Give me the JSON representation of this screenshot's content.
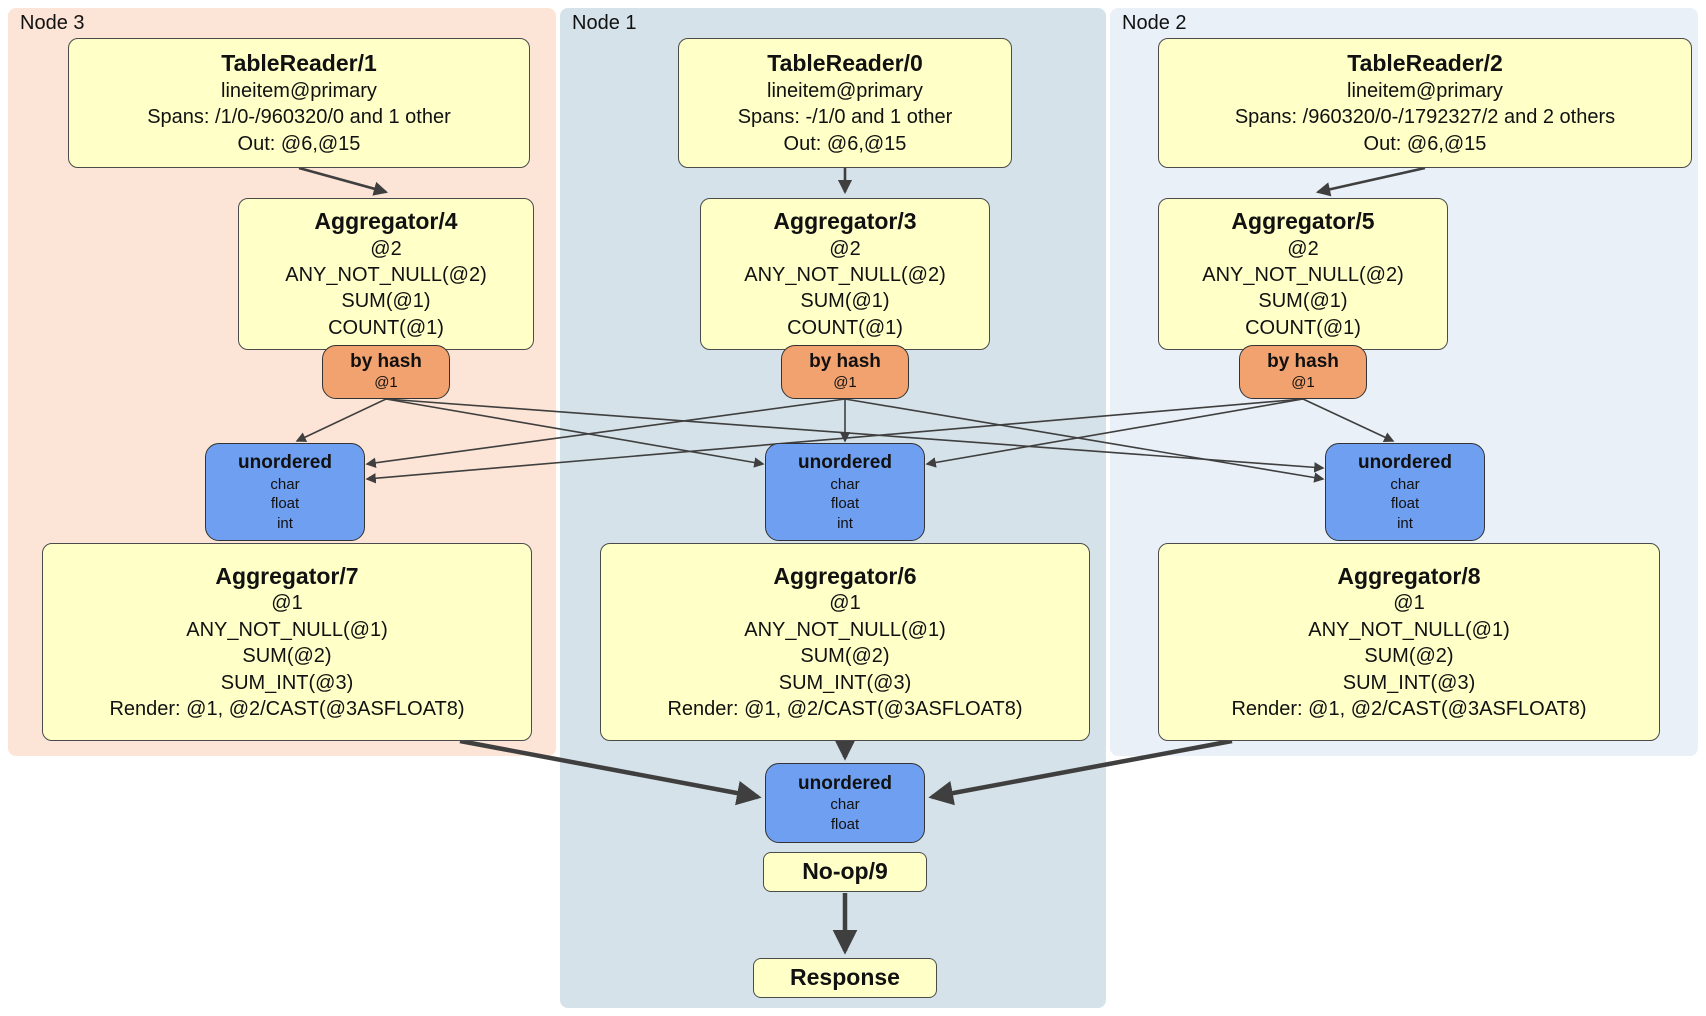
{
  "colors": {
    "node3-bg": "#fce4d6",
    "node1-bg": "#d5e2e9",
    "node2-bg": "#e9f0f8",
    "box-yellow": "#ffffc8",
    "router-orange": "#f2a26e",
    "merge-blue": "#6f9ff0",
    "edge": "#3f3f3f"
  },
  "nodes": [
    {
      "label": "Node 3",
      "table_reader": {
        "title": "TableReader/1",
        "lines": [
          "lineitem@primary",
          "Spans: /1/0-/960320/0 and 1 other",
          "Out: @6,@15"
        ]
      },
      "aggregator_top": {
        "title": "Aggregator/4",
        "lines": [
          "@2",
          "ANY_NOT_NULL(@2)",
          "SUM(@1)",
          "COUNT(@1)"
        ]
      },
      "hash_router": {
        "title": "by hash",
        "lines": [
          "@1"
        ]
      },
      "merge": {
        "title": "unordered",
        "lines": [
          "char",
          "float",
          "int"
        ]
      },
      "aggregator_bottom": {
        "title": "Aggregator/7",
        "lines": [
          "@1",
          "ANY_NOT_NULL(@1)",
          "SUM(@2)",
          "SUM_INT(@3)",
          "Render: @1, @2/CAST(@3ASFLOAT8)"
        ]
      }
    },
    {
      "label": "Node 1",
      "table_reader": {
        "title": "TableReader/0",
        "lines": [
          "lineitem@primary",
          "Spans: -/1/0 and 1 other",
          "Out: @6,@15"
        ]
      },
      "aggregator_top": {
        "title": "Aggregator/3",
        "lines": [
          "@2",
          "ANY_NOT_NULL(@2)",
          "SUM(@1)",
          "COUNT(@1)"
        ]
      },
      "hash_router": {
        "title": "by hash",
        "lines": [
          "@1"
        ]
      },
      "merge": {
        "title": "unordered",
        "lines": [
          "char",
          "float",
          "int"
        ]
      },
      "aggregator_bottom": {
        "title": "Aggregator/6",
        "lines": [
          "@1",
          "ANY_NOT_NULL(@1)",
          "SUM(@2)",
          "SUM_INT(@3)",
          "Render: @1, @2/CAST(@3ASFLOAT8)"
        ]
      },
      "final_merge": {
        "title": "unordered",
        "lines": [
          "char",
          "float"
        ]
      },
      "noop": {
        "title": "No-op/9"
      },
      "response": {
        "title": "Response"
      }
    },
    {
      "label": "Node 2",
      "table_reader": {
        "title": "TableReader/2",
        "lines": [
          "lineitem@primary",
          "Spans: /960320/0-/1792327/2 and 2 others",
          "Out: @6,@15"
        ]
      },
      "aggregator_top": {
        "title": "Aggregator/5",
        "lines": [
          "@2",
          "ANY_NOT_NULL(@2)",
          "SUM(@1)",
          "COUNT(@1)"
        ]
      },
      "hash_router": {
        "title": "by hash",
        "lines": [
          "@1"
        ]
      },
      "merge": {
        "title": "unordered",
        "lines": [
          "char",
          "float",
          "int"
        ]
      },
      "aggregator_bottom": {
        "title": "Aggregator/8",
        "lines": [
          "@1",
          "ANY_NOT_NULL(@1)",
          "SUM(@2)",
          "SUM_INT(@3)",
          "Render: @1, @2/CAST(@3ASFLOAT8)"
        ]
      }
    }
  ]
}
